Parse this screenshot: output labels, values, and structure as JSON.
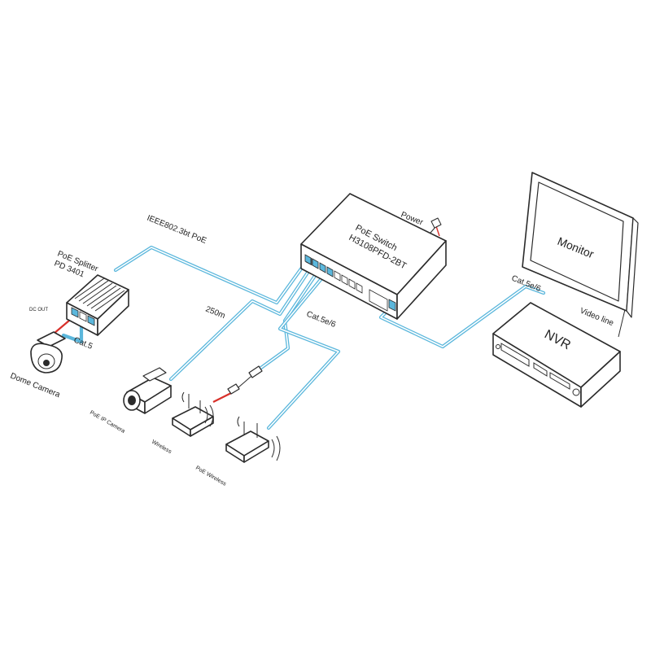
{
  "labels": {
    "ieee": "IEEE802.3bt PoE",
    "power": "Power",
    "switch_line1": "PoE  Switch",
    "switch_line2": "H3108PFD-2BT",
    "monitor": "Monitor",
    "nvr": "NVR",
    "cat5e_nvr": "Cat.5e/6",
    "video_line": "Video line",
    "splitter_line1": "PoE Splitter",
    "splitter_line2": "PD 3401",
    "dc_out": "DC OUT",
    "cat5": "Cat.5",
    "dome_camera": "Dome Camera",
    "distance": "250m",
    "cat5e_down": "Cat.5e/6",
    "poe_ip_camera": "PoE IP Camera",
    "wireless": "Wireless",
    "poe_wireless": "PoE Wireless"
  },
  "colors": {
    "cable": "#5bb7dc",
    "dc_cable": "#d8302a",
    "outline": "#2b2b2b"
  }
}
